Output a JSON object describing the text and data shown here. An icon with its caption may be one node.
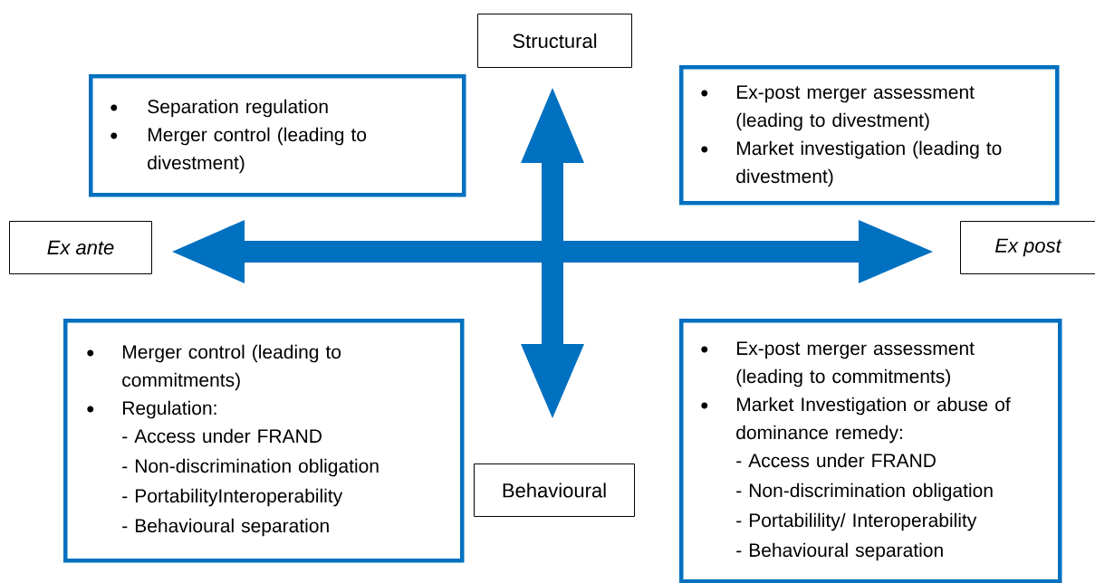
{
  "diagram": {
    "nodes": [
      {
        "text": [
          "Structural"
        ]
      },
      {
        "text": [
          "Separation regulation",
          "Merger control (leading to divestment)"
        ]
      },
      {
        "text": [
          "Ex-post merger assessment (leading to divestment)",
          "Market investigation (leading to divestment)"
        ]
      },
      {
        "text": [
          "Ex ante"
        ]
      },
      {
        "text": [
          "Ex post"
        ]
      },
      {
        "text": [
          "Merger control (leading to commitments)",
          "Regulation:",
          "- Access under FRAND",
          "- Non-discrimination obligation",
          "- PortabilityInteroperability",
          "- Behavioural separation"
        ]
      },
      {
        "text": [
          "Ex-post merger assessment (leading to commitments)",
          "Market Investigation or abuse of dominance remedy:",
          "- Access under FRAND",
          "- Non-discrimination obligation",
          "- Portabilility/ Interoperability",
          "- Behavioural separation"
        ]
      },
      {
        "text": [
          "Behavioural"
        ]
      }
    ]
  }
}
